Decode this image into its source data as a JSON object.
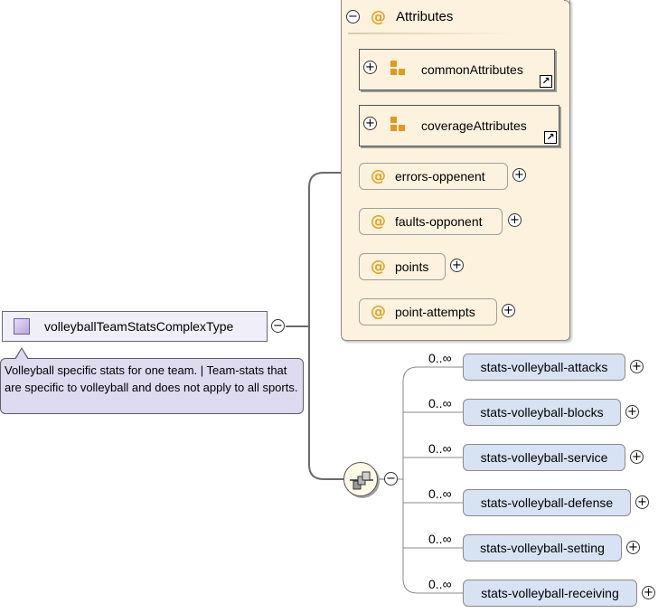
{
  "root": {
    "type_name": "volleyballTeamStatsComplexType",
    "annotation": "Volleyball specific stats for one team. | Team-stats that are specific to volleyball and does not apply to all sports."
  },
  "attributes": {
    "title": "Attributes",
    "groups": [
      {
        "name": "commonAttributes"
      },
      {
        "name": "coverageAttributes"
      }
    ],
    "items": [
      {
        "name": "errors-oppenent"
      },
      {
        "name": "faults-opponent"
      },
      {
        "name": "points"
      },
      {
        "name": "point-attempts"
      }
    ]
  },
  "sequence": {
    "elements": [
      {
        "name": "stats-volleyball-attacks",
        "cardinality": "0..∞"
      },
      {
        "name": "stats-volleyball-blocks",
        "cardinality": "0..∞"
      },
      {
        "name": "stats-volleyball-service",
        "cardinality": "0..∞"
      },
      {
        "name": "stats-volleyball-defense",
        "cardinality": "0..∞"
      },
      {
        "name": "stats-volleyball-setting",
        "cardinality": "0..∞"
      },
      {
        "name": "stats-volleyball-receiving",
        "cardinality": "0..∞"
      }
    ]
  },
  "symbols": {
    "at": "@",
    "expand": "+",
    "collapse": "−",
    "link": "↗"
  },
  "colors": {
    "attribute_bg": "#fdf2dd",
    "element_bg": "#d7e2f3",
    "annotation_bg": "#dedaf0",
    "attribute_icon": "#e0a322"
  }
}
